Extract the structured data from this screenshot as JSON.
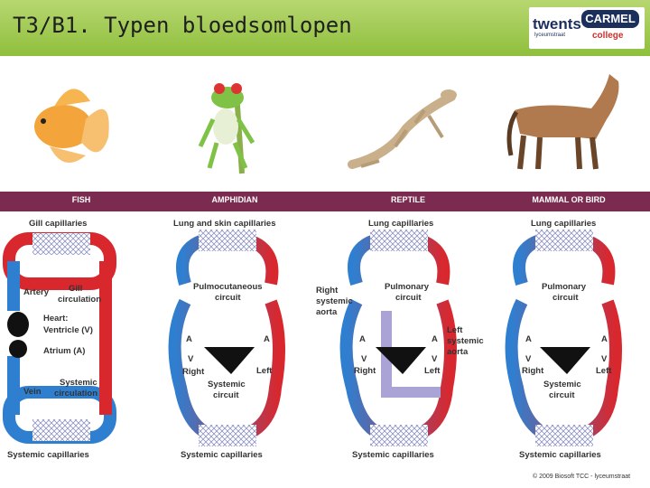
{
  "header": {
    "title": "T3/B1. Typen bloedsomlopen",
    "logo_text_1": "twents",
    "logo_text_2": "CARMEL",
    "logo_text_3": "college",
    "logo_text_4": "lyceumstraat"
  },
  "columns": [
    {
      "heading": "FISH",
      "top": "Gill capillaries",
      "bottom": "Systemic capillaries"
    },
    {
      "heading": "AMPHIDIAN",
      "top": "Lung and skin capillaries",
      "bottom": "Systemic capillaries"
    },
    {
      "heading": "REPTILE",
      "top": "Lung capillaries",
      "bottom": "Systemic capillaries"
    },
    {
      "heading": "MAMMAL OR BIRD",
      "top": "Lung capillaries",
      "bottom": "Systemic capillaries"
    }
  ],
  "fish_labels": {
    "artery": "Artery",
    "gill_circ_1": "Gill",
    "gill_circ_2": "circulation",
    "heart": "Heart:",
    "ventricle": "Ventricle (V)",
    "atrium": "Atrium (A)",
    "vein": "Vein",
    "sys_1": "Systemic",
    "sys_2": "circulation"
  },
  "amph_labels": {
    "pulm_1": "Pulmocutaneous",
    "pulm_2": "circuit",
    "a_l": "A",
    "a_r": "A",
    "v": "V",
    "right": "Right",
    "left": "Left",
    "sys_1": "Systemic",
    "sys_2": "circuit"
  },
  "rept_labels": {
    "rsa_1": "Right",
    "rsa_2": "systemic",
    "rsa_3": "aorta",
    "pulm_1": "Pulmonary",
    "pulm_2": "circuit",
    "a_l": "A",
    "a_r": "A",
    "v_l": "V",
    "v_r": "V",
    "right": "Right",
    "left": "Left",
    "lsa_1": "Left",
    "lsa_2": "systemic",
    "lsa_3": "aorta"
  },
  "mam_labels": {
    "pulm_1": "Pulmonary",
    "pulm_2": "circuit",
    "a_l": "A",
    "a_r": "A",
    "v_l": "V",
    "v_r": "V",
    "right": "Right",
    "left": "Left",
    "sys_1": "Systemic",
    "sys_2": "circuit"
  },
  "footer": "© 2009 Biosoft TCC - lyceumstraat",
  "colors": {
    "oxygen_poor": "#2f7fd1",
    "oxygen_rich": "#d9272e",
    "mixed": "#a9a3d6",
    "banner": "#7b2b4f",
    "header": "#9cc74f"
  }
}
